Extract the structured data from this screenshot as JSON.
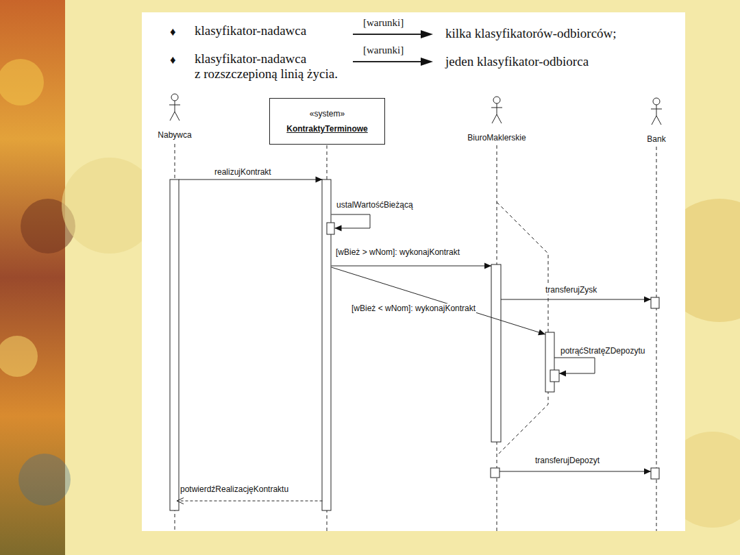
{
  "diagram": {
    "nodes": [
      {
        "text": [
          "Nabywca"
        ]
      },
      {
        "text": [
          "«system»",
          "KontraktyTerminowe"
        ]
      },
      {
        "text": [
          "BiuroMaklerskie"
        ]
      },
      {
        "text": [
          "Bank"
        ]
      }
    ],
    "edges": [
      {
        "from": 0,
        "to": 1,
        "arrow": "to",
        "label": "realizujKontrakt"
      },
      {
        "from": 1,
        "to": 1,
        "arrow": "to",
        "label": "ustalWartośćBieżącą"
      },
      {
        "from": 1,
        "to": 2,
        "arrow": "to",
        "label": "[wBież > wNom]: wykonajKontrakt"
      },
      {
        "from": 2,
        "to": 3,
        "arrow": "to",
        "label": "transferujZysk"
      },
      {
        "from": 1,
        "to": 2,
        "arrow": "to",
        "label": "[wBież < wNom]: wykonajKontrakt"
      },
      {
        "from": 2,
        "to": 2,
        "arrow": "to",
        "label": "potrąćStratęZDepozytu"
      },
      {
        "from": 2,
        "to": 3,
        "arrow": "to",
        "label": "transferujDepozyt"
      },
      {
        "from": 1,
        "to": 0,
        "arrow": "to",
        "label": "potwierdźRealizacjęKontraktu"
      }
    ],
    "labels": [
      "♦",
      "klasyfikator-nadawca",
      "[warunki]",
      "kilka klasyfikatorów-odbiorców;",
      "♦",
      "klasyfikator-nadawca z rozszczepioną linią życia.",
      "[warunki]",
      "jeden klasyfikator-odbiorca"
    ]
  }
}
